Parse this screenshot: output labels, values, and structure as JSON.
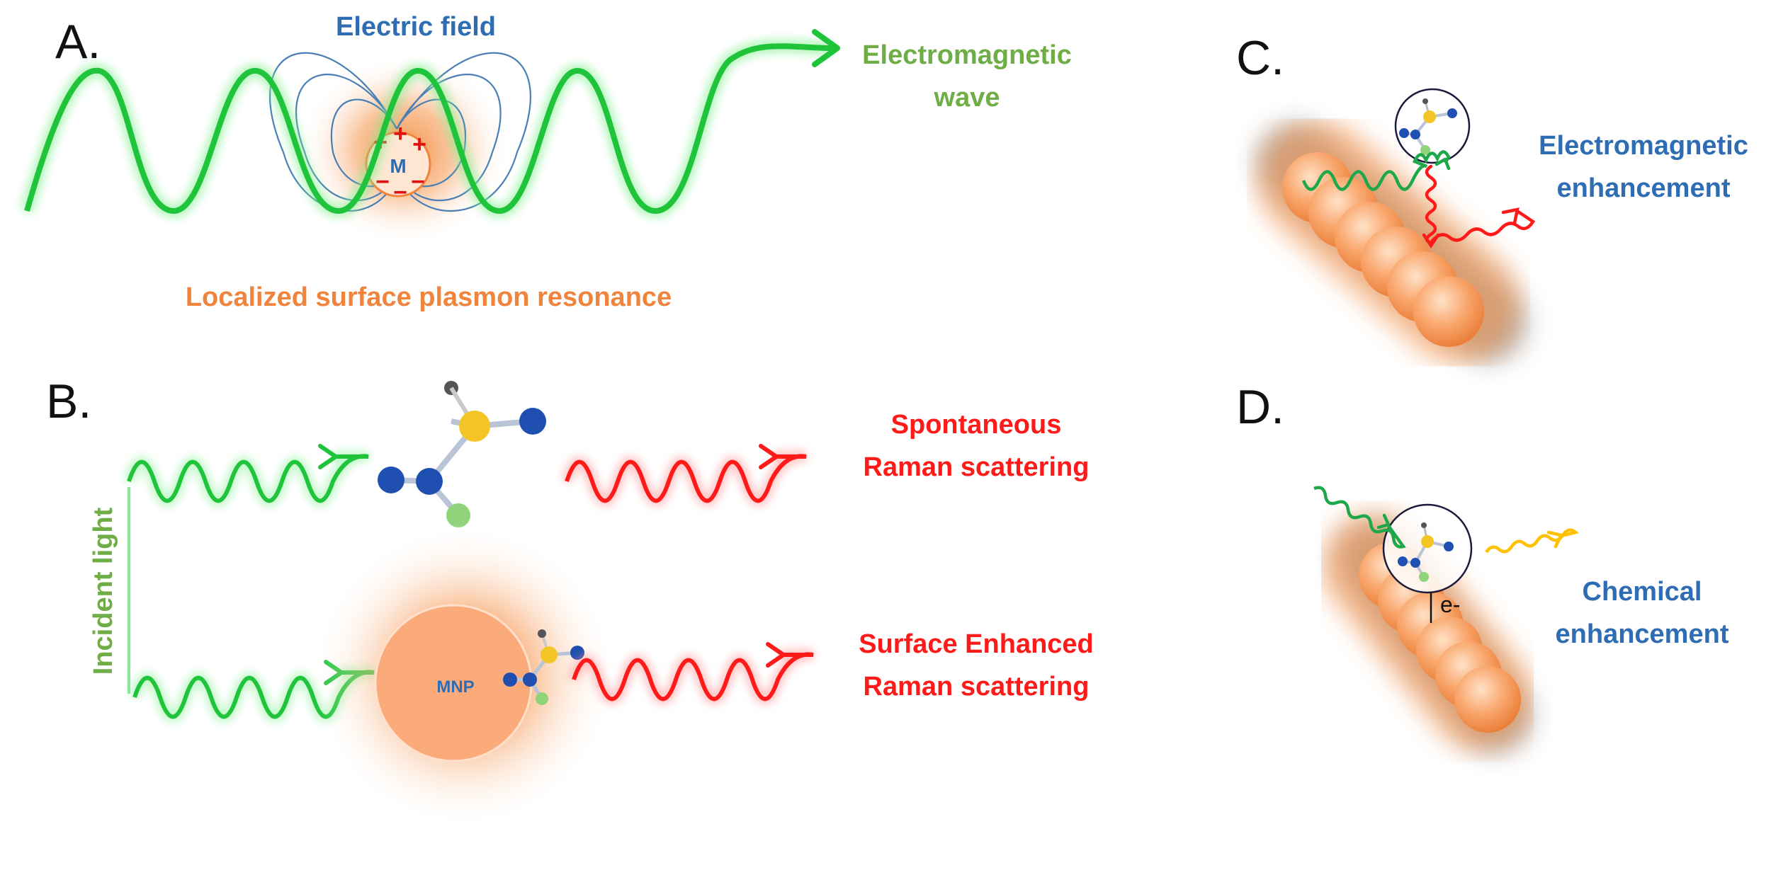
{
  "panels": {
    "a": {
      "letter": "A.",
      "electric_field": "Electric field",
      "wave_label_line1": "Electromagnetic",
      "wave_label_line2": "wave",
      "lspr": "Localized surface plasmon resonance",
      "metal_symbol": "M",
      "plus_sign": "+",
      "minus_sign": "−"
    },
    "b": {
      "letter": "B.",
      "incident_light": "Incident light",
      "spontaneous_line1": "Spontaneous",
      "spontaneous_line2": "Raman scattering",
      "sers_line1": "Surface Enhanced",
      "sers_line2": "Raman scattering",
      "mnp": "MNP"
    },
    "c": {
      "letter": "C.",
      "label_line1": "Electromagnetic",
      "label_line2": "enhancement"
    },
    "d": {
      "letter": "D.",
      "label_line1": "Chemical",
      "label_line2": "enhancement",
      "electron": "e-"
    }
  },
  "colors": {
    "wave_green": "#1fc43a",
    "label_green": "#6fad46",
    "raman_red": "#ff1a1a",
    "label_blue": "#2e6db4",
    "plasmon_orange": "#f48b3c",
    "orange_text": "#f0843c",
    "yellow_wave": "#ffc000",
    "field_line_blue": "#4a7fb5"
  }
}
